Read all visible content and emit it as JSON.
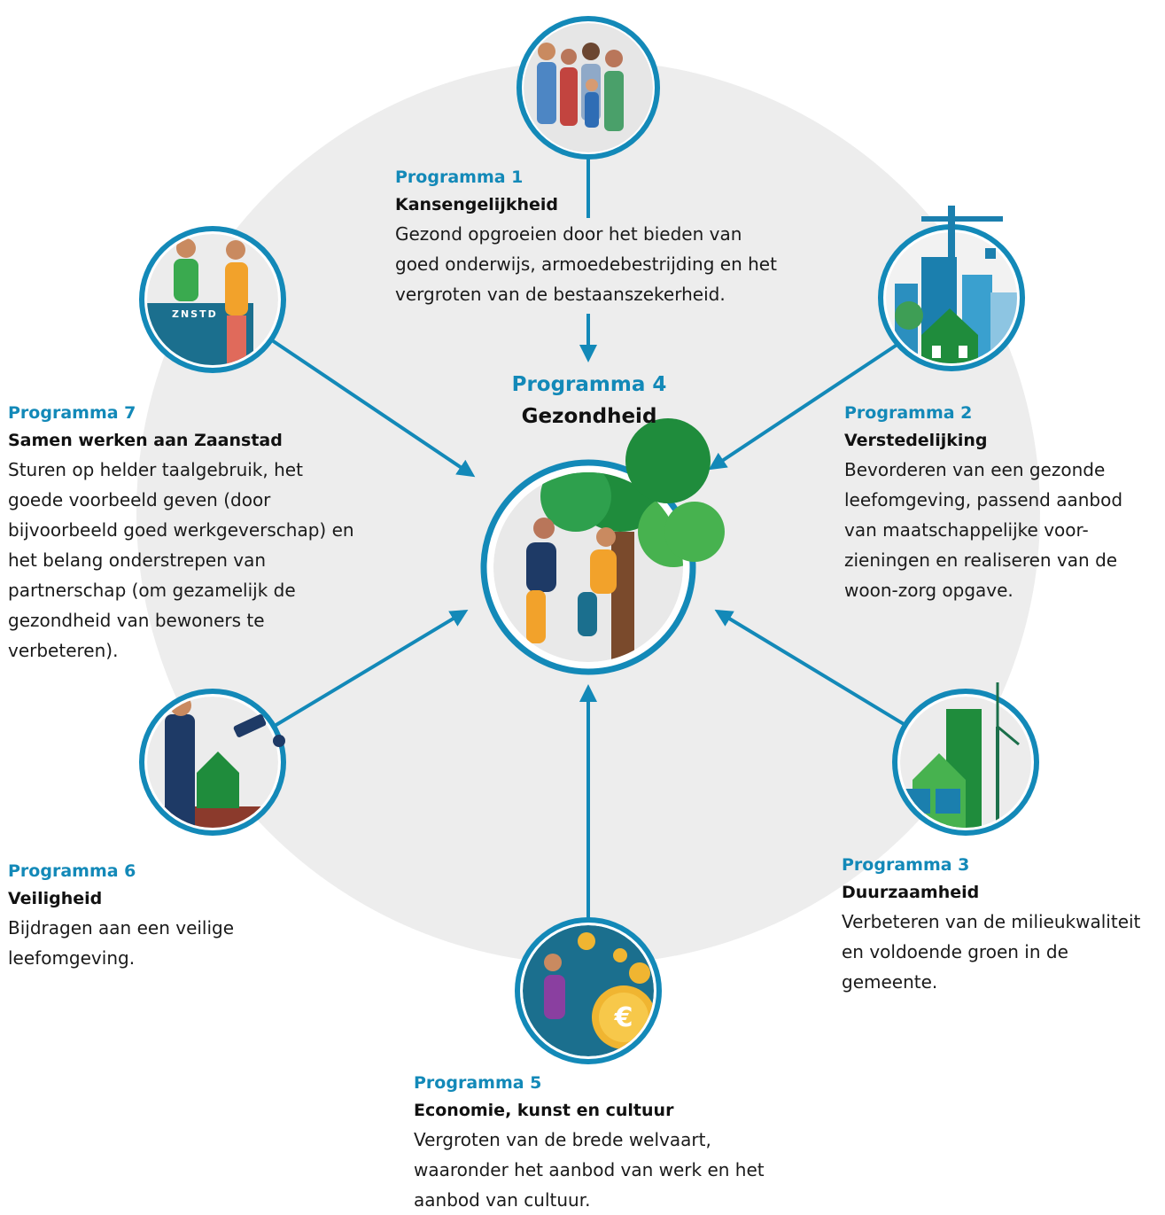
{
  "center": {
    "label": "Programma 4",
    "title": "Gezondheid",
    "icon": "people-running-under-tree-icon"
  },
  "programs": {
    "p1": {
      "label": "Programma 1",
      "title": "Kansengelijkheid",
      "desc": "Gezond opgroeien door het bieden van goed onderwijs, armoedebestrijding en het vergroten van de bestaanszekerheid.",
      "icon": "family-icon"
    },
    "p2": {
      "label": "Programma 2",
      "title": "Verstedelijking",
      "desc": "Bevorderen van een gezonde leefomgeving, passend aanbod van maatschappelijke voor-zieningen en realiseren van de woon-zorg opgave.",
      "icon": "city-construction-icon"
    },
    "p3": {
      "label": "Programma 3",
      "title": "Duurzaamheid",
      "desc": "Verbeteren van de milieukwaliteit en voldoende groen in de gemeente.",
      "icon": "wind-solar-energy-icon"
    },
    "p5": {
      "label": "Programma 5",
      "title": "Economie, kunst en cultuur",
      "desc": "Vergroten van de brede welvaart, waaronder het aanbod van werk en het aanbod van cultuur.",
      "icon": "saxophone-coins-icon"
    },
    "p6": {
      "label": "Programma 6",
      "title": "Veiligheid",
      "desc": "Bijdragen aan een veilige leefomgeving.",
      "icon": "police-camera-icon"
    },
    "p7": {
      "label": "Programma 7",
      "title": "Samen werken aan Zaanstad",
      "desc": "Sturen op helder taalgebruik, het goede voorbeeld geven (door bijvoorbeeld goed werkgeverschap) en het belang onderstrepen van partnerschap (om gezamelijk de gezondheid van bewoners te verbeteren).",
      "icon": "reception-desk-icon",
      "logo_text": "ZNSTD"
    }
  },
  "colors": {
    "accent": "#1389b8",
    "background_circle": "#ededed",
    "tree_green": "#1f8c3c",
    "text": "#1a1a1a"
  }
}
